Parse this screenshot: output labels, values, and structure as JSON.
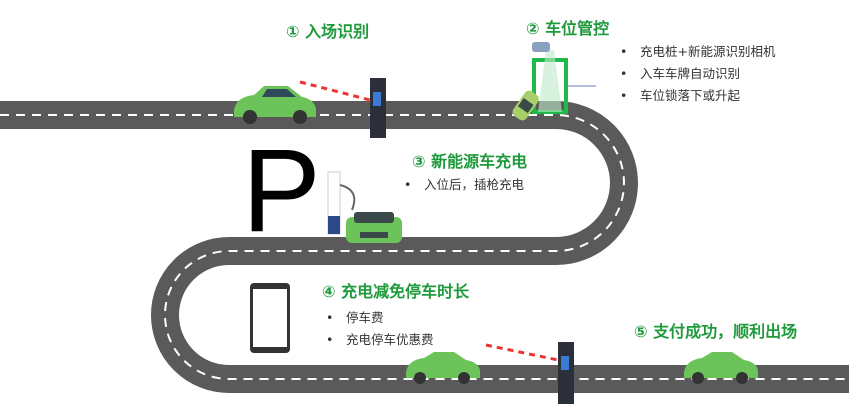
{
  "steps": [
    {
      "title": "① 入场识别",
      "bullets": []
    },
    {
      "title": "② 车位管控",
      "bullets": [
        "充电桩+新能源识别相机",
        "入车车牌自动识别",
        "车位锁落下或升起"
      ]
    },
    {
      "title": "③ 新能源车充电",
      "bullets": [
        "入位后，插枪充电"
      ]
    },
    {
      "title": "④ 充电减免停车时长",
      "bullets": [
        "停车费",
        "充电停车优惠费"
      ]
    },
    {
      "title": "⑤ 支付成功，顺利出场",
      "bullets": []
    }
  ],
  "parking_sign": "P",
  "colors": {
    "accent": "#1f9a3c",
    "road": "#5a5a5a",
    "car": "#6cc35a"
  }
}
